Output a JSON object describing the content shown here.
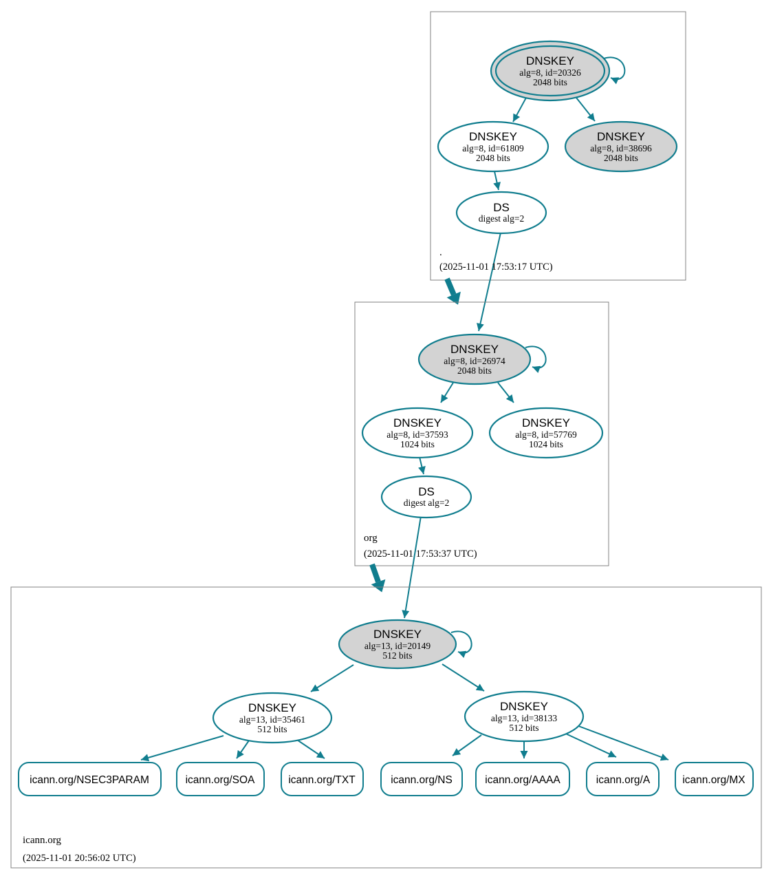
{
  "diagram": {
    "type": "dnssec-authentication-chain",
    "colors": {
      "edge_teal": "#107d8e",
      "node_fill": "#d3d3d3",
      "node_fill_white": "#ffffff",
      "zone_border": "#808080",
      "text": "#000000"
    },
    "zones": [
      {
        "label": ".",
        "timestamp": "(2025-11-01 17:53:17 UTC)",
        "nodes": {
          "ksk": {
            "title": "DNSKEY",
            "detail": "alg=8, id=20326",
            "bits": "2048 bits"
          },
          "zsk": {
            "title": "DNSKEY",
            "detail": "alg=8, id=61809",
            "bits": "2048 bits"
          },
          "standby": {
            "title": "DNSKEY",
            "detail": "alg=8, id=38696",
            "bits": "2048 bits"
          },
          "ds": {
            "title": "DS",
            "detail": "digest alg=2"
          }
        }
      },
      {
        "label": "org",
        "timestamp": "(2025-11-01 17:53:37 UTC)",
        "nodes": {
          "ksk": {
            "title": "DNSKEY",
            "detail": "alg=8, id=26974",
            "bits": "2048 bits"
          },
          "zsk": {
            "title": "DNSKEY",
            "detail": "alg=8, id=37593",
            "bits": "1024 bits"
          },
          "zsk2": {
            "title": "DNSKEY",
            "detail": "alg=8, id=57769",
            "bits": "1024 bits"
          },
          "ds": {
            "title": "DS",
            "detail": "digest alg=2"
          }
        }
      },
      {
        "label": "icann.org",
        "timestamp": "(2025-11-01 20:56:02 UTC)",
        "nodes": {
          "ksk": {
            "title": "DNSKEY",
            "detail": "alg=13, id=20149",
            "bits": "512 bits"
          },
          "zsk1": {
            "title": "DNSKEY",
            "detail": "alg=13, id=35461",
            "bits": "512 bits"
          },
          "zsk2": {
            "title": "DNSKEY",
            "detail": "alg=13, id=38133",
            "bits": "512 bits"
          }
        },
        "rrsets": [
          "icann.org/NSEC3PARAM",
          "icann.org/SOA",
          "icann.org/TXT",
          "icann.org/NS",
          "icann.org/AAAA",
          "icann.org/A",
          "icann.org/MX"
        ]
      }
    ]
  }
}
